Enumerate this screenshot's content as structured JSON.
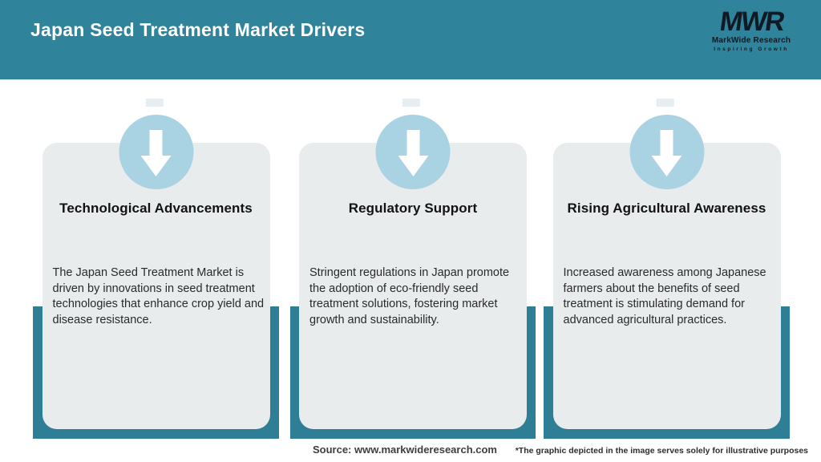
{
  "header": {
    "title": "Japan Seed Treatment Market Drivers",
    "logo": {
      "acronym": "MWR",
      "name": "MarkWide Research",
      "tagline": "Inspiring Growth"
    }
  },
  "cards": [
    {
      "title": "Technological Advancements",
      "icon": "down-arrow",
      "body_lines": [
        "The Japan Seed Treatment Market is",
        "driven by innovations in seed treatment",
        "technologies that enhance crop yield and",
        "disease resistance."
      ]
    },
    {
      "title": "Regulatory Support",
      "icon": "down-arrow",
      "body_lines": [
        "Stringent regulations in Japan promote",
        "the adoption of eco-friendly seed",
        "treatment solutions, fostering market",
        "growth and sustainability."
      ]
    },
    {
      "title": "Rising Agricultural Awareness",
      "icon": "down-arrow",
      "body_lines": [
        "Increased awareness among Japanese",
        "farmers about the benefits of seed",
        "treatment is stimulating demand for",
        "advanced agricultural practices."
      ]
    }
  ],
  "footer": {
    "source": "Source: www.markwideresearch.com",
    "disclaimer": "*The graphic depicted in the image serves solely for illustrative purposes"
  },
  "colors": {
    "header_bg": "#2F839B",
    "backer": "#2E7F96",
    "circle": "#A9D2E2",
    "card_bg": "#E9ECED",
    "title_text": "#121212",
    "body_text": "#2A2A2A",
    "logo_color": "#101A24"
  }
}
